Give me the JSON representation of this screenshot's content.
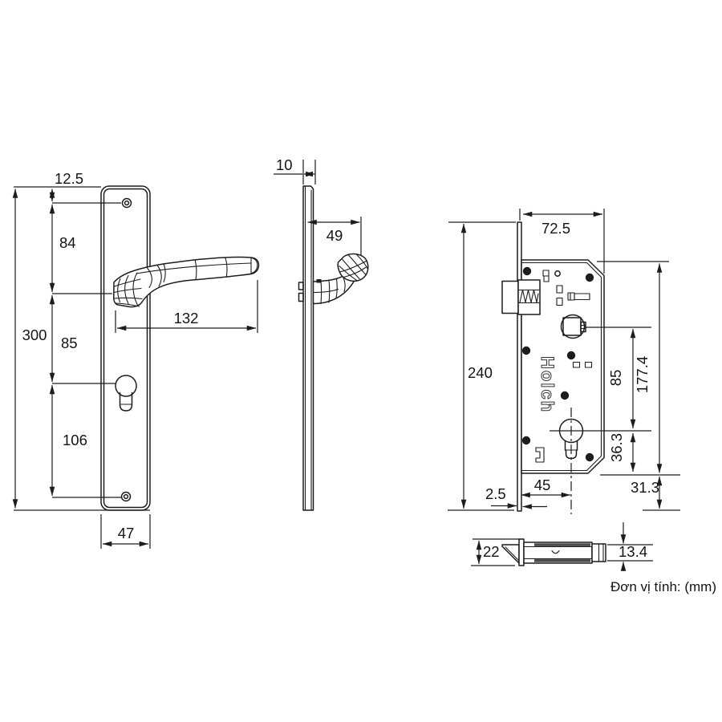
{
  "drawing": {
    "colors": {
      "ink": "#1d1d1f",
      "background": "#ffffff"
    },
    "front_view": {
      "plate_top_offset": "12.5",
      "hole_to_handle": "84",
      "plate_height": "300",
      "handle_to_cylinder": "85",
      "cylinder_to_bottom_hole": "106",
      "handle_length": "132",
      "plate_width": "47"
    },
    "side_view": {
      "plate_thickness": "10",
      "handle_projection": "49"
    },
    "lock_body": {
      "body_width": "72.5",
      "faceplate_height": "240",
      "body_height": "177.4",
      "spindle_to_cylinder": "85",
      "cylinder_to_bottom": "36.3",
      "backset": "45",
      "faceplate_thickness": "2.5",
      "edge_margin": "31.3",
      "brand": "Holch"
    },
    "latch_bolt": {
      "head_height": "22",
      "shaft_height": "13.4"
    },
    "note": {
      "unit_label": "Đơn vị tính: (mm)"
    }
  }
}
